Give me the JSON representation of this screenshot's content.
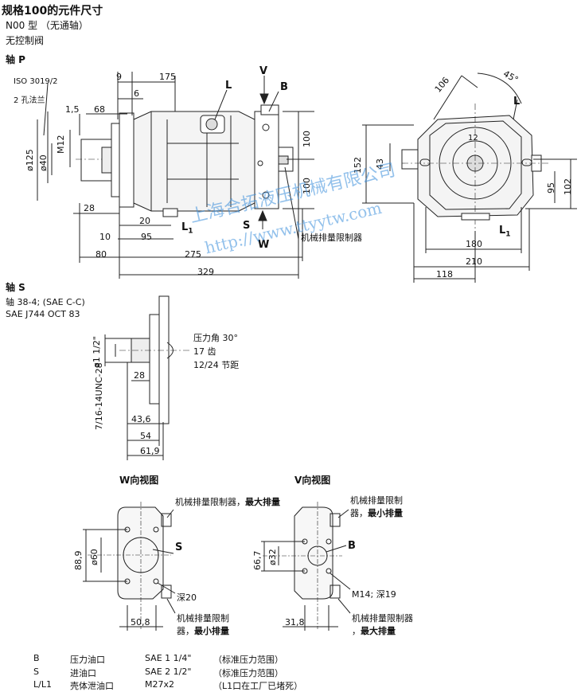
{
  "header": {
    "title": "规格100的元件尺寸",
    "model": "N00 型 （无通轴）",
    "control": "无控制阀",
    "shaft_p": "轴 P"
  },
  "top_view": {
    "iso_label_1": "ISO 3019/2",
    "iso_label_2": "2 孔法兰",
    "dim_9": "9",
    "dim_175": "175",
    "dim_6": "6",
    "dim_1_5": "1,5",
    "dim_68": "68",
    "dim_d125": "ø125",
    "dim_d40": "ø40",
    "dim_m12": "M12",
    "dim_28": "28",
    "dim_20": "20",
    "dim_10": "10",
    "dim_95": "95",
    "dim_80": "80",
    "dim_275": "275",
    "dim_329": "329",
    "dim_100a": "100",
    "dim_100b": "100",
    "label_L": "L",
    "label_L1": "L",
    "label_L1_sub": "1",
    "label_V": "V",
    "label_B": "B",
    "label_S": "S",
    "label_W": "W",
    "limiter_label": "机械排量限制器"
  },
  "side_view": {
    "dim_106": "106",
    "dim_45": "45°",
    "label_L": "L",
    "dim_12": "12",
    "dim_152": "152",
    "dim_43": "43",
    "dim_95": "95",
    "dim_102": "102",
    "dim_180": "180",
    "dim_210": "210",
    "dim_118": "118",
    "label_L1": "L",
    "label_L1_sub": "1"
  },
  "shaft_s": {
    "title": "轴 S",
    "spec_1": "轴 38-4; (SAE C-C)",
    "spec_2": "SAE J744 OCT 83",
    "pressure_angle": "压力角 30°",
    "teeth": "17 齿",
    "pitch": "12/24 节距",
    "dim_d1_half": "ø1 1/2\"",
    "dim_thread": "7/16-14UNC-28",
    "dim_28": "28",
    "dim_43_6": "43,6",
    "dim_54": "54",
    "dim_61_9": "61,9"
  },
  "w_view": {
    "title": "W向视图",
    "label_top_1": "机械排量限制器，",
    "label_top_2": "最大排量",
    "label_S": "S",
    "dim_88_9": "88,9",
    "dim_d60": "ø60",
    "depth": "深20",
    "dim_50_8": "50,8",
    "label_bottom_1": "机械排量限制",
    "label_bottom_2": "器，",
    "label_bottom_3": "最小排量"
  },
  "v_view": {
    "title": "V向视图",
    "label_top_1": "机械排量限制",
    "label_top_2": "器，",
    "label_top_3": "最小排量",
    "label_B": "B",
    "dim_66_7": "66,7",
    "dim_d32": "ø32",
    "thread": "M14; 深19",
    "dim_31_8": "31,8",
    "label_bottom_1": "机械排量限制器",
    "label_bottom_2": "，",
    "label_bottom_3": "最大排量"
  },
  "ports_table": {
    "rows": [
      {
        "code": "B",
        "name": "压力油口",
        "size": "SAE 1 1/4\"",
        "note": "（标准压力范围）"
      },
      {
        "code": "S",
        "name": "进油口",
        "size": "SAE 2 1/2\"",
        "note": "（标准压力范围）"
      },
      {
        "code": "L/L1",
        "name": "壳体泄油口",
        "size": "M27x2",
        "note": "（L1口在工厂已堵死）"
      }
    ]
  },
  "watermark": {
    "line_1": "上海合拓液压机械有限公司",
    "line_2": "http://www.ttyytw.com"
  }
}
